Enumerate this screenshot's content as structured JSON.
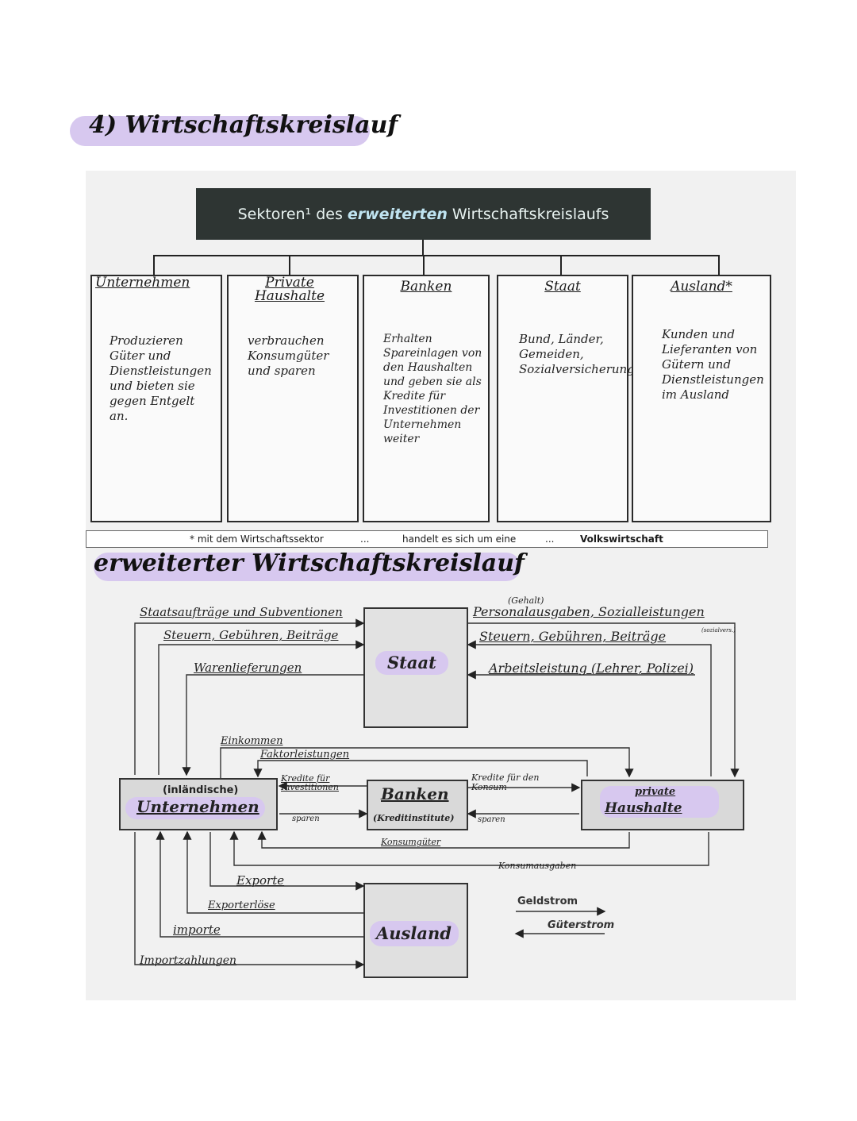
{
  "heading": "4) Wirtschaftskreislauf",
  "banner": {
    "prefix": "Sektoren¹ des",
    "emph": "erweiterten",
    "suffix": "Wirtschaftskreislaufs"
  },
  "sectors": [
    {
      "title": "Unternehmen",
      "desc": "Produzieren Güter und Dienstleistungen und bieten sie gegen Entgelt an."
    },
    {
      "title": "Private Haushalte",
      "desc": "verbrauchen Konsumgüter und sparen"
    },
    {
      "title": "Banken",
      "desc": "Erhalten Spareinlagen von den Haushalten und geben sie als Kredite für Investitionen der Unternehmen weiter"
    },
    {
      "title": "Staat",
      "desc": "Bund, Länder, Gemeiden, Sozialversicherungsträger"
    },
    {
      "title": "Ausland*",
      "desc": "Kunden und Lieferanten von Gütern und Dienstleistungen im Ausland"
    }
  ],
  "footer": {
    "part1": "* mit dem Wirtschaftssektor",
    "dots1": "...",
    "part2": "handelt es sich um eine",
    "dots2": "...",
    "part3": "Volkswirtschaft"
  },
  "diagram": {
    "title": "erweiterter Wirtschaftskreislauf",
    "nodes": {
      "staat": "Staat",
      "unternehmen_prefix": "(inländische)",
      "unternehmen": "Unternehmen",
      "banken": "Banken",
      "banken_sub": "(Kreditinstitute)",
      "haushalte_prefix": "private",
      "haushalte": "Haushalte",
      "ausland": "Ausland"
    },
    "flows": {
      "staatsauftraege": "Staatsaufträge und Subventionen",
      "steuern_left": "Steuern, Gebühren, Beiträge",
      "warenlieferungen": "Warenlieferungen",
      "gehalt": "(Gehalt)",
      "personalausgaben": "Personalausgaben, Sozialleistungen",
      "steuern_right": "Steuern, Gebühren, Beiträge",
      "beitraege_note": "(sozialvers.)",
      "arbeitsleistung": "Arbeitsleistung (Lehrer, Polizei)",
      "einkommen": "Einkommen",
      "faktorleistungen": "Faktorleistungen",
      "kredite_invest": "Kredite für Investitionen",
      "sparen_left": "sparen",
      "kredite_konsum": "Kredite für den Konsum",
      "sparen_right": "sparen",
      "konsumgueter": "Konsumgüter",
      "konsumausgaben": "Konsumausgaben",
      "exporte": "Exporte",
      "exporterloese": "Exporterlöse",
      "importe": "importe",
      "importzahlungen": "Importzahlungen"
    },
    "legend": {
      "geldstrom": "Geldstrom",
      "gueterstrom": "Güterstrom"
    }
  }
}
